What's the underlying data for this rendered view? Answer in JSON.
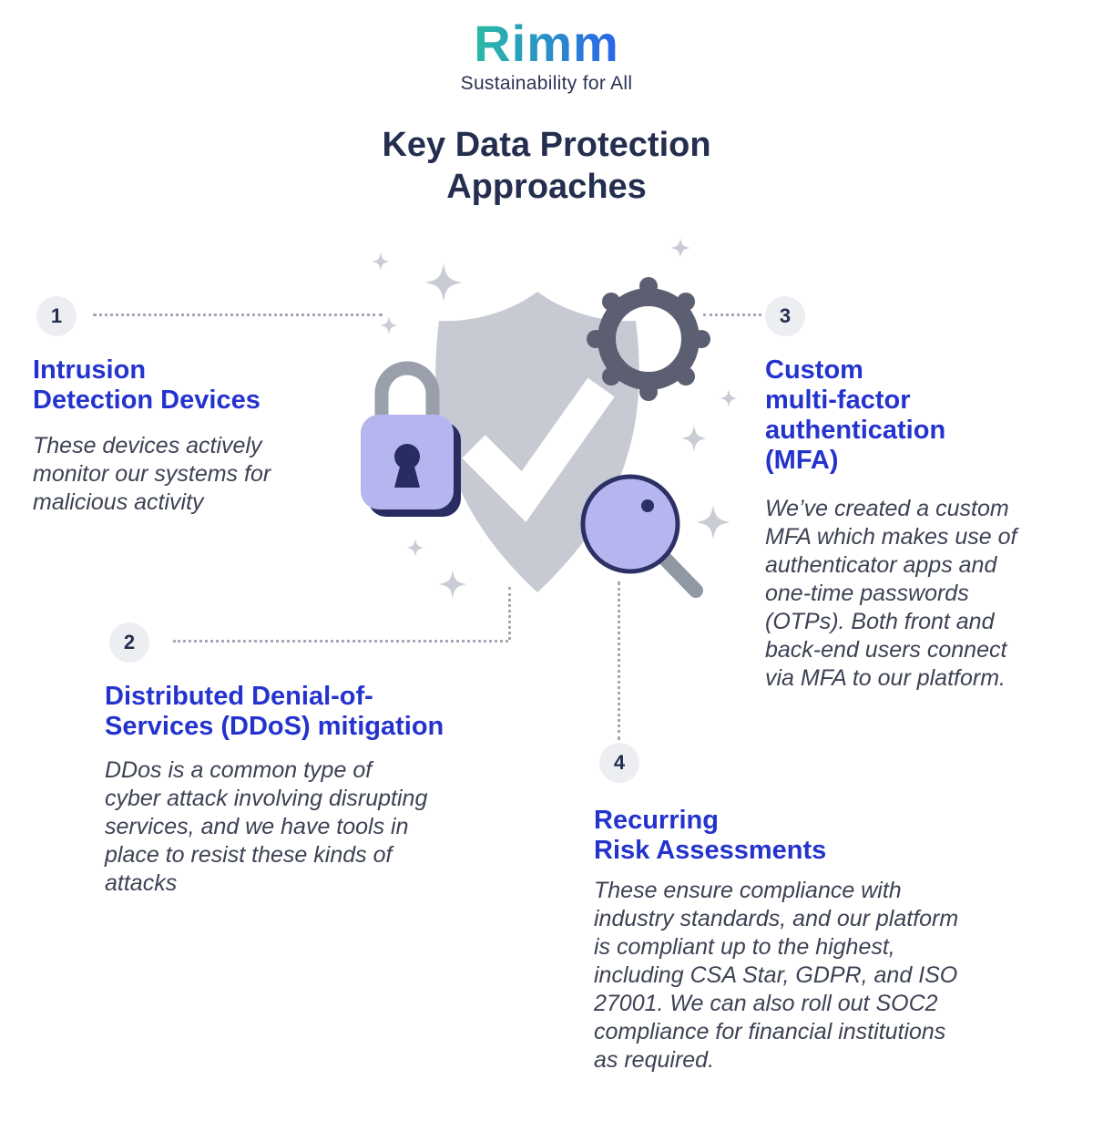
{
  "logo": {
    "brand": "Rimm",
    "tagline": "Sustainability for All"
  },
  "title": {
    "text": "Key Data Protection\nApproaches"
  },
  "items": [
    {
      "number": "1",
      "heading": "Intrusion\nDetection Devices",
      "body": "These devices actively\nmonitor our systems for\nmalicious activity"
    },
    {
      "number": "2",
      "heading": "Distributed Denial-of-\nServices (DDoS) mitigation",
      "body": "DDos is a common type of\ncyber attack involving disrupting\nservices, and we have tools in\nplace to resist these kinds of\nattacks"
    },
    {
      "number": "3",
      "heading": "Custom\nmulti-factor\nauthentication\n(MFA)",
      "body": "We’ve created a custom\nMFA which makes use of\nauthenticator apps and\none-time passwords\n(OTPs). Both front and\nback-end users connect\nvia MFA to our platform."
    },
    {
      "number": "4",
      "heading": "Recurring\nRisk Assessments",
      "body": "These ensure compliance with\nindustry standards, and our platform\nis compliant up to the highest,\nincluding CSA Star, GDPR, and ISO\n27001. We can also roll out SOC2\ncompliance for financial institutions\nas required."
    }
  ],
  "icons": {
    "shield": "shield-icon",
    "checkmark": "check-icon",
    "padlock": "lock-icon",
    "gear": "gear-icon",
    "magnifier": "magnifier-icon",
    "sparkles": "sparkle-icon"
  },
  "colors": {
    "heading_blue": "#2433cd",
    "navy": "#242e4e",
    "body_text": "#3d4254",
    "badge_bg": "#edeef2",
    "shield_gray": "#c7cad3",
    "icon_purple": "#b5b6f0",
    "icon_navy": "#282c60",
    "gear_gray": "#5c5f72",
    "logo_gradient_start": "#29b8a8",
    "logo_gradient_end": "#2b68e6"
  }
}
